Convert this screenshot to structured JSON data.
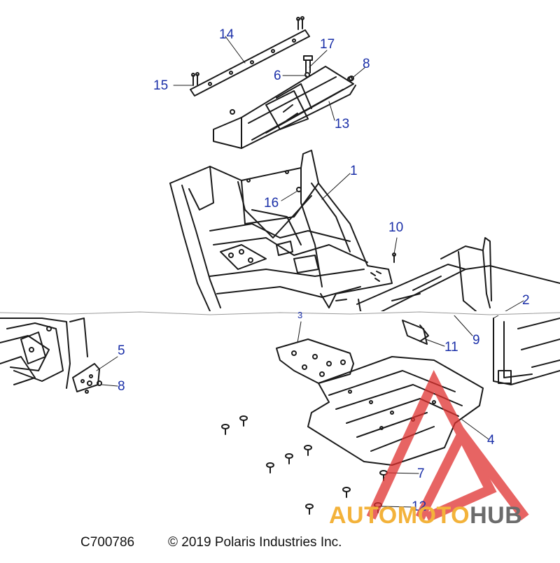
{
  "diagram": {
    "callouts": [
      {
        "id": "c14",
        "label": "14"
      },
      {
        "id": "c17",
        "label": "17"
      },
      {
        "id": "c8a",
        "label": "8"
      },
      {
        "id": "c15",
        "label": "15"
      },
      {
        "id": "c6",
        "label": "6"
      },
      {
        "id": "c13",
        "label": "13"
      },
      {
        "id": "c1",
        "label": "1"
      },
      {
        "id": "c16",
        "label": "16"
      },
      {
        "id": "c10",
        "label": "10"
      },
      {
        "id": "c2",
        "label": "2"
      },
      {
        "id": "c3",
        "label": "3"
      },
      {
        "id": "c9",
        "label": "9"
      },
      {
        "id": "c11",
        "label": "11"
      },
      {
        "id": "c5",
        "label": "5"
      },
      {
        "id": "c8b",
        "label": "8"
      },
      {
        "id": "c4",
        "label": "4"
      },
      {
        "id": "c7",
        "label": "7"
      },
      {
        "id": "c12",
        "label": "12"
      }
    ],
    "callout_color": "#1a2fa8",
    "line_color": "#1a1a1a"
  },
  "footer": {
    "diagram_code": "C700786",
    "copyright": "© 2019 Polaris Industries Inc."
  },
  "watermark": {
    "part1": "AUTO",
    "part2": "MOTO",
    "part3": "HUB",
    "color_red": "#e0312f",
    "color_orange": "#f3b23a",
    "color_gray": "#6b6b6b"
  }
}
